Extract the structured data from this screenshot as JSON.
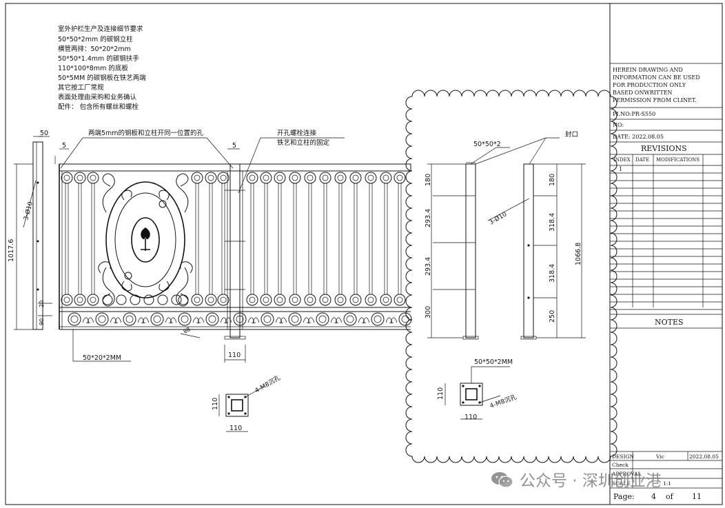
{
  "notes": {
    "lines": [
      "室外护栏生产及连接细节要求",
      "50*50*2mm 的碳钢立柱",
      "横管两排：50*20*2mm",
      "50*50*1.4mm 的碳钢扶手",
      "110*100*8mm 的底板",
      "50*5MM 的碳钢板在铁艺两端",
      "其它按工厂常规",
      "表面处理由采购和业务确认",
      "配件：  包含所有螺丝和螺栓"
    ]
  },
  "front_view": {
    "callout_holes": "两端5mm的钢板和立柱开同一位置的孔",
    "callout_bolts_1": "开孔螺栓连接",
    "callout_bolts_2": "铁艺和立柱的固定",
    "dim_50": "50",
    "dim_5_left": "5",
    "dim_5_right": "5",
    "dim_height": "1017.6",
    "dim_holes": "3-Ø10",
    "dim_20": "20",
    "dim_90": "90",
    "dim_88": "88",
    "tube_label": "50*20*2MM",
    "dim_110": "110"
  },
  "base_plate_left": {
    "dim_w": "110",
    "dim_h": "110",
    "callout": "4-M8沉孔"
  },
  "detail": {
    "post_label": "50*50*2",
    "cap_label": "封口",
    "dims_left": [
      "180",
      "293.4",
      "293.4",
      "300"
    ],
    "dims_right": [
      "180",
      "318.4",
      "318.4",
      "250"
    ],
    "dim_total": "1066.8",
    "dim_holes": "3-Ø10",
    "plate_label": "50*50*2MM",
    "plate_dim_w": "110",
    "plate_dim_h": "110",
    "plate_callout": "4-M8沉孔"
  },
  "title_block": {
    "disclaimer": [
      "HEREIN DRAWING AND",
      "INFORMATION CAN BE USED",
      "FOR PRODUCTION ONLY",
      "BASED ONWRITTEN",
      "PERMISSION FROM CLINET."
    ],
    "pi_no": "PI.NO:PR-S550",
    "no": "NO:",
    "date": "DATE:  2022.08.05",
    "revisions_title": "REVISIONS",
    "rev_headers": [
      "INDEX",
      "DATE",
      "MODIFICATIONS"
    ],
    "rev_first_index": "1",
    "notes_title": "NOTES",
    "design_label": "DESIGN",
    "designer": "Vic",
    "design_date": "2022.08.05",
    "check_label": "Check",
    "approval_label": "APPROVAL",
    "scale_label": "SCALE",
    "scale_value": "1:1",
    "page_label": "Page:",
    "page_num": "4",
    "of_label": "of",
    "page_total": "11"
  },
  "watermark": {
    "text": "公众号 · 深圳创业港"
  }
}
